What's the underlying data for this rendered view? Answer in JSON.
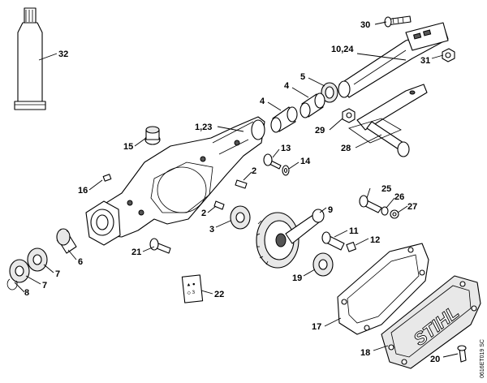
{
  "labels": {
    "l32": "32",
    "l30": "30",
    "l1024": "10,24",
    "l31": "31",
    "l5": "5",
    "l4a": "4",
    "l4b": "4",
    "l123": "1,23",
    "l29": "29",
    "l28": "28",
    "l15": "15",
    "l13": "13",
    "l14": "14",
    "l2a": "2",
    "l16": "16",
    "l2b": "2",
    "l25": "25",
    "l26": "26",
    "l27": "27",
    "l9": "9",
    "l3": "3",
    "l11": "11",
    "l12": "12",
    "l21": "21",
    "l6": "6",
    "l7a": "7",
    "l7b": "7",
    "l8": "8",
    "l19": "19",
    "l22": "22",
    "l17": "17",
    "l18": "18",
    "l20": "20"
  },
  "brand_text": "STIHL",
  "reference_code": "0616ET019 SC"
}
